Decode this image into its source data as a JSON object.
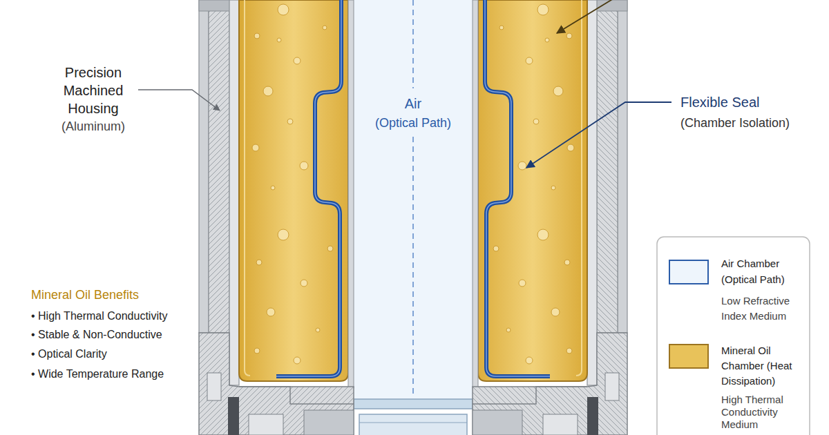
{
  "diagram": {
    "labels": [
      "Precision Machined Housing",
      "(Aluminum)",
      "Air",
      "(Optical Path)",
      "Flexible Seal",
      "(Chamber Isolation)",
      "Mineral Oil Benefits",
      "• High Thermal Conductivity",
      "• Stable & Non-Conductive",
      "• Optical Clarity",
      "• Wide Temperature Range",
      "Low Refractive Index Medium",
      "High Thermal Conductivity Medium"
    ],
    "legend": [
      {
        "text": "Air Chamber (Optical Path)",
        "color": "#eef5fc"
      },
      {
        "text": "Mineral Oil Chamber (Heat Dissipation)",
        "color": "#e8c25a"
      }
    ]
  }
}
